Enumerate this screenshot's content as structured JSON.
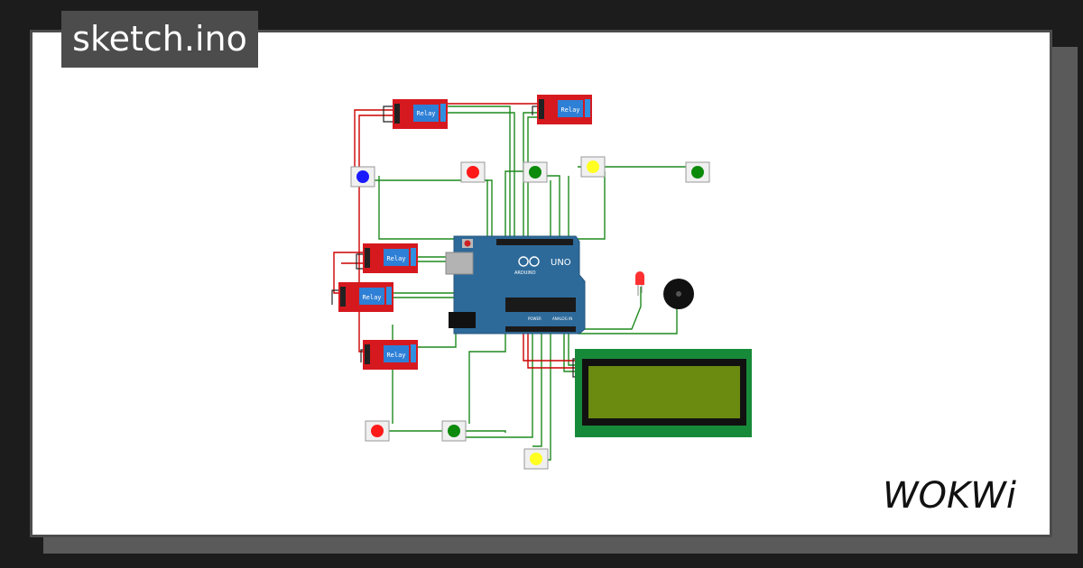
{
  "page": {
    "title": "sketch.ino",
    "brand": "WOKWi"
  },
  "board": {
    "name": "UNO",
    "maker": "ARDUINO",
    "power_label": "POWER",
    "analog_label": "ANALOG IN"
  },
  "relays": [
    {
      "label": "Relay"
    },
    {
      "label": "Relay"
    },
    {
      "label": "Relay"
    },
    {
      "label": "Relay"
    },
    {
      "label": "Relay"
    }
  ],
  "buttons": [
    {
      "color": "#1a1aff"
    },
    {
      "color": "#ff1a1a"
    },
    {
      "color": "#0c8a0c"
    },
    {
      "color": "#ffff22"
    },
    {
      "color": "#0c8a0c"
    },
    {
      "color": "#ff1a1a"
    },
    {
      "color": "#0c8a0c"
    },
    {
      "color": "#ffff22"
    }
  ],
  "colors": {
    "board": "#2d6a9a",
    "relay": "#d6191f",
    "relay_coil": "#2e7fd6",
    "wire_green": "#1e8a1e",
    "wire_red": "#cc0000",
    "lcd_frame": "#178a3a",
    "lcd_screen": "#6a8a10"
  }
}
